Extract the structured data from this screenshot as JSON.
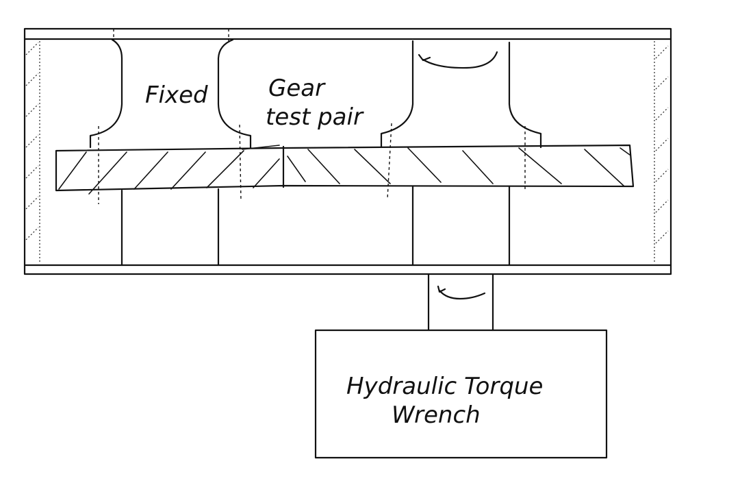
{
  "labels": {
    "fixed": "Fixed",
    "gear_line1": "Gear",
    "gear_line2": "test pair",
    "wrench_line1": "Hydraulic Torque",
    "wrench_line2": "Wrench"
  },
  "colors": {
    "ink": "#111111",
    "background": "#ffffff"
  }
}
